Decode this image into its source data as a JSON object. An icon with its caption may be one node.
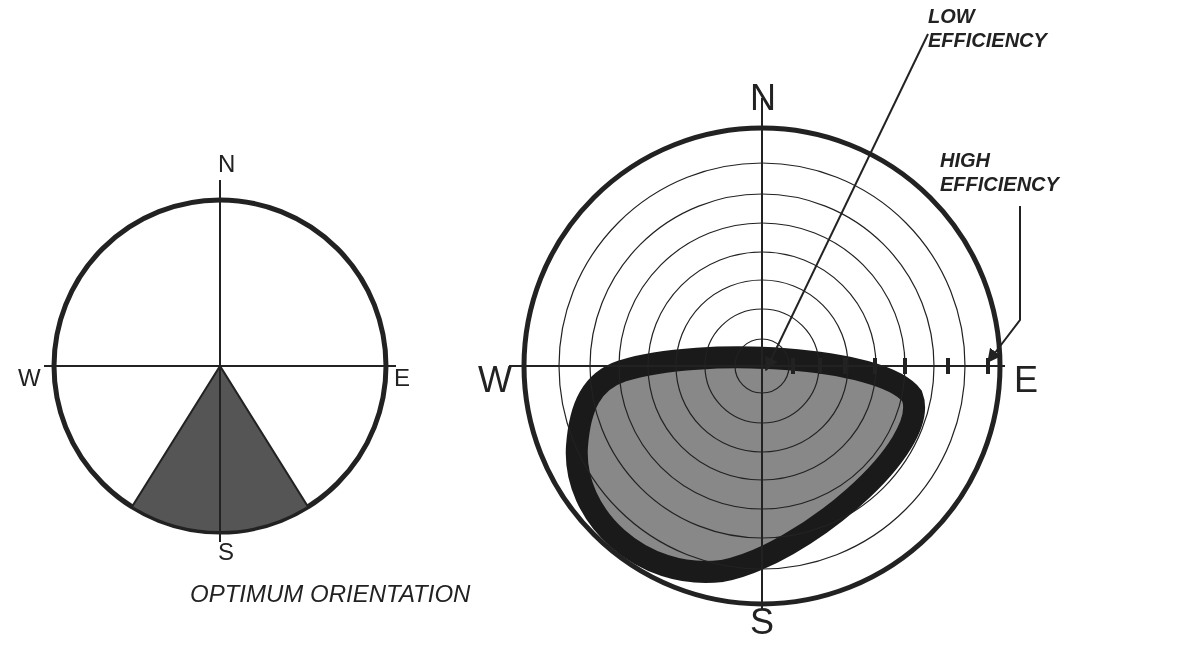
{
  "diagram": {
    "nodes": [
      {
        "text": [
          "LOW EFFICIENCY"
        ]
      },
      {
        "text": [
          "HIGH EFFICIENCY"
        ]
      }
    ],
    "edges": [
      {
        "from": 0,
        "to": null,
        "arrow": "to"
      },
      {
        "from": 1,
        "to": null,
        "arrow": "to"
      }
    ],
    "labels": [
      "N",
      "W",
      "E",
      "S",
      "OPTIMUM ORIENTATION",
      "N",
      "W",
      "E",
      "S"
    ]
  }
}
